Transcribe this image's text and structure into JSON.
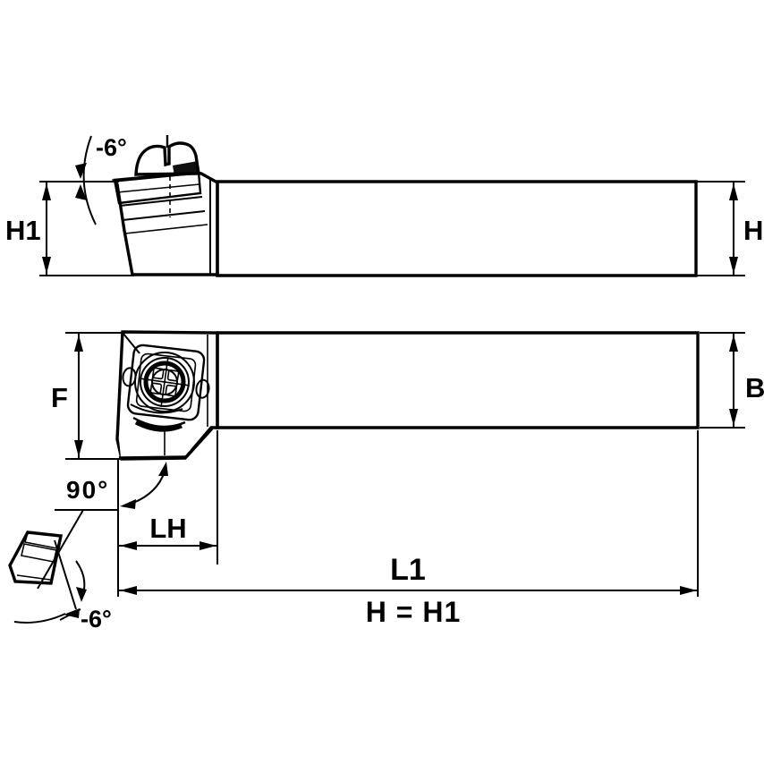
{
  "diagram": {
    "side_view": {
      "rake_angle_label": "-6°",
      "height_left_label": "H1",
      "height_right_label": "H"
    },
    "plan_view": {
      "head_width_label": "F",
      "shank_width_label": "B",
      "lead_angle_label": "90°",
      "head_length_label": "LH",
      "overall_length_label": "L1",
      "equality_note": "H = H1",
      "insert_inclination_label": "-6°"
    },
    "colors": {
      "background": "#ffffff",
      "steel": "#d5d5d5",
      "insert_shade": "#c8c8c8",
      "line": "#000000"
    }
  }
}
